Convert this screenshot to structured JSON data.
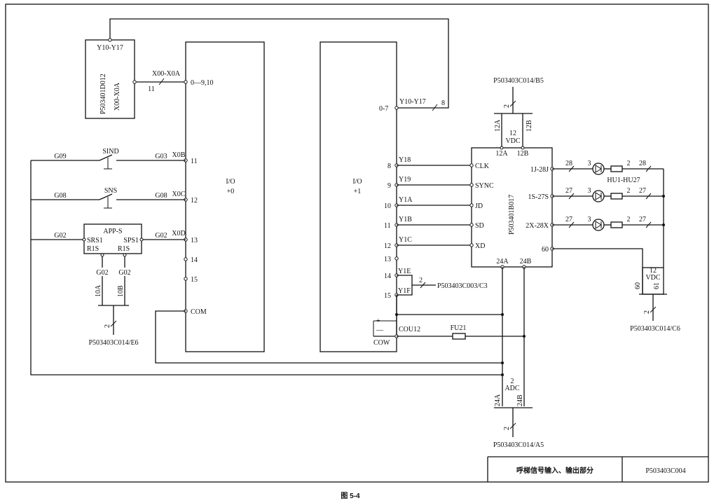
{
  "title_block": {
    "title": "呼梯信号输入、输出部分",
    "drawing_no": "P503403C004"
  },
  "figure_caption": "图 5-4",
  "left_module": {
    "name": "I/O",
    "sub": "+0",
    "pins": [
      "0—9,10",
      "11",
      "12",
      "13",
      "14",
      "15",
      "COM"
    ],
    "bus_in_label": "X00-X0A",
    "bus_in_count": "11"
  },
  "right_module": {
    "name": "I/O",
    "sub": "+1",
    "pins": [
      "0-7",
      "8",
      "9",
      "10",
      "11",
      "12",
      "13",
      "14",
      "15"
    ],
    "signals": [
      "Y18",
      "Y19",
      "Y1A",
      "Y1B",
      "Y1C",
      "Y1E",
      "Y1F"
    ],
    "bus_label": "Y10-Y17",
    "bus_count": "8",
    "cou": "COU12",
    "cow": "COW",
    "cap_plus": "+",
    "cap_minus": "—"
  },
  "module_d012": {
    "top": "Y10-Y17",
    "name": "P503401D012",
    "sub": "X00-X0A"
  },
  "inputs": {
    "sind": {
      "name": "SIND",
      "left": "G09",
      "right": "G03",
      "x": "X0B"
    },
    "sns": {
      "name": "SNS",
      "left": "G08",
      "right": "G08",
      "x": "X0C"
    },
    "app": {
      "name": "APP-S",
      "left": "G02",
      "right": "G02",
      "x": "X0D",
      "srs": "SRS1",
      "sps": "SPS1",
      "r1": "R1S",
      "r2": "R1S",
      "g1": "G02",
      "g2": "G02",
      "w1": "10A",
      "w2": "10B",
      "count": "2",
      "ref": "P503403C014/E6"
    }
  },
  "driver": {
    "name": "P503401B017",
    "inputs": [
      "CLK",
      "SYNC",
      "JD",
      "SD",
      "XD"
    ],
    "outputs": [
      "1J-28J",
      "1S-27S",
      "2X-28X"
    ],
    "pin60": "60",
    "top_pins": [
      "12A",
      "12B"
    ],
    "bottom_pins": [
      "24A",
      "24B"
    ]
  },
  "supply_top": {
    "ref": "P503403C014/B5",
    "count": "2",
    "w1": "12A",
    "w2": "12B",
    "vdc": "12",
    "vdc_label": "VDC"
  },
  "supply_right": {
    "ref": "P503403C014/C6",
    "count": "2",
    "w1": "60",
    "w2": "61",
    "vdc": "12",
    "vdc_label": "VDC"
  },
  "supply_bottom": {
    "ref": "P503403C014/A5",
    "count": "2",
    "w1": "24A",
    "w2": "24B",
    "adc": "2",
    "adc_label": "ADC"
  },
  "leds": {
    "label": "HU1-HU27",
    "rows": [
      {
        "a": "28",
        "b": "3",
        "c": "2",
        "d": "28"
      },
      {
        "a": "27",
        "b": "3",
        "c": "2",
        "d": "27"
      },
      {
        "a": "27",
        "b": "3",
        "c": "2",
        "d": "27"
      }
    ]
  },
  "fuse": {
    "name": "FU21"
  },
  "c003": {
    "count": "2",
    "ref": "P503403C003/C3"
  }
}
